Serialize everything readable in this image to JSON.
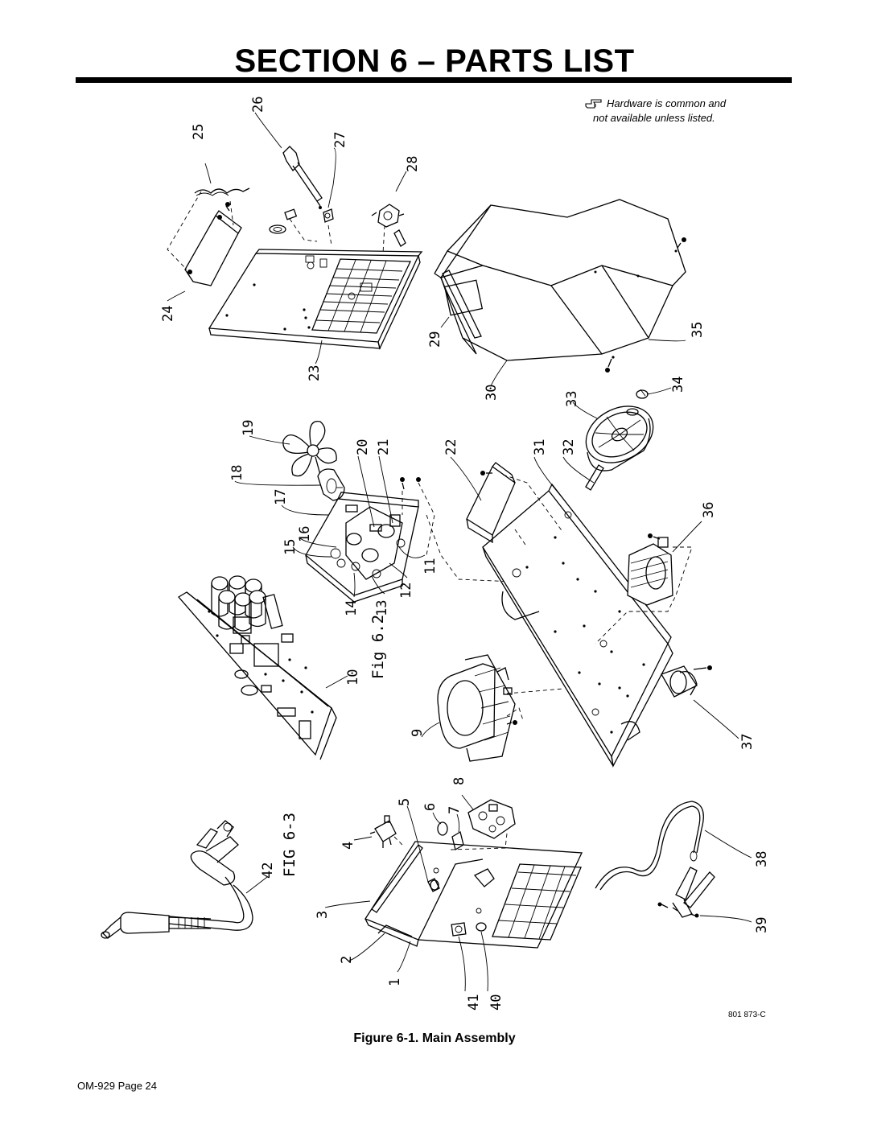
{
  "page": {
    "title": "SECTION 6 – PARTS LIST",
    "note_line1": "Hardware is common and",
    "note_line2": "not available unless listed.",
    "note_icon": "pointing-hand-icon",
    "drawing_number": "801 873-C",
    "caption": "Figure 6-1. Main Assembly",
    "footer": "OM-929 Page 24"
  },
  "callouts": [
    "1",
    "2",
    "3",
    "4",
    "5",
    "6",
    "7",
    "8",
    "9",
    "10",
    "11",
    "12",
    "13",
    "14",
    "15",
    "16",
    "17",
    "18",
    "19",
    "20",
    "21",
    "22",
    "23",
    "24",
    "25",
    "26",
    "27",
    "28",
    "29",
    "30",
    "31",
    "32",
    "33",
    "34",
    "35",
    "36",
    "37",
    "38",
    "39",
    "40",
    "41",
    "42"
  ],
  "figure_refs": [
    "Fig 6.2",
    "FIG 6-3"
  ]
}
